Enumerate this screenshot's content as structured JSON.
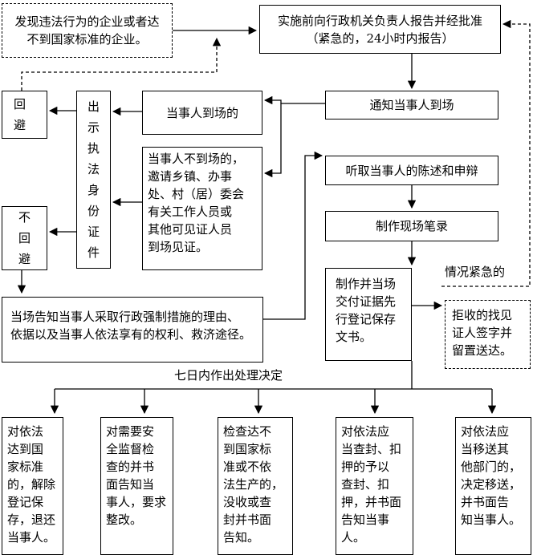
{
  "nodes": {
    "discover": "发现违法行为的企业或者达\n不到国家标准的企业。",
    "report": "实施前向行政机关负责人报告并经批准\n（紧急的，24小时内报告）",
    "avoid": [
      "回",
      "避"
    ],
    "show_id": [
      "出",
      "示",
      "执",
      "法",
      "身",
      "份",
      "证",
      "件"
    ],
    "arrive": "当事人到场的",
    "notify": "通知当事人到场",
    "absent": "当事人不到场的，\n邀请乡镇、办事\n处、村（居）委会\n有关工作人员或\n其他可见证人员\n到场见证。",
    "hear": "听取当事人的陈述和申辩",
    "no_avoid": [
      "不",
      "回",
      "避"
    ],
    "record": "制作现场笔录",
    "inform": "当场告知当事人采取行政强制措施的理由、\n依据以及当事人依法享有的权利、救济途径。",
    "evidence": "制作并当场\n交付证据先\n行登记保存\n文书。",
    "refuse": "拒收的找见\n证人签字并\n留置送达。",
    "outcome1": "对依法\n达到国\n家标准\n的，解除\n登记保\n存，退还\n当事人。",
    "outcome2": "对需要安\n全监督检\n查的并书\n面告知当\n事人，要求\n整改。",
    "outcome3": "检查达不\n到国家标\n准或不依\n法生产的，\n没收或查\n封并书面\n告知。",
    "outcome4": "对依法应\n当查封、扣\n押的予以\n查封、扣\n押，并书面\n告知当事\n人。",
    "outcome5": "对依法应\n当移送其\n他部门的，\n决定移送，\n并书面告\n知当事人。"
  },
  "labels": {
    "urgent": "情况紧急的",
    "seven_days": "七日内作出处理决定"
  }
}
